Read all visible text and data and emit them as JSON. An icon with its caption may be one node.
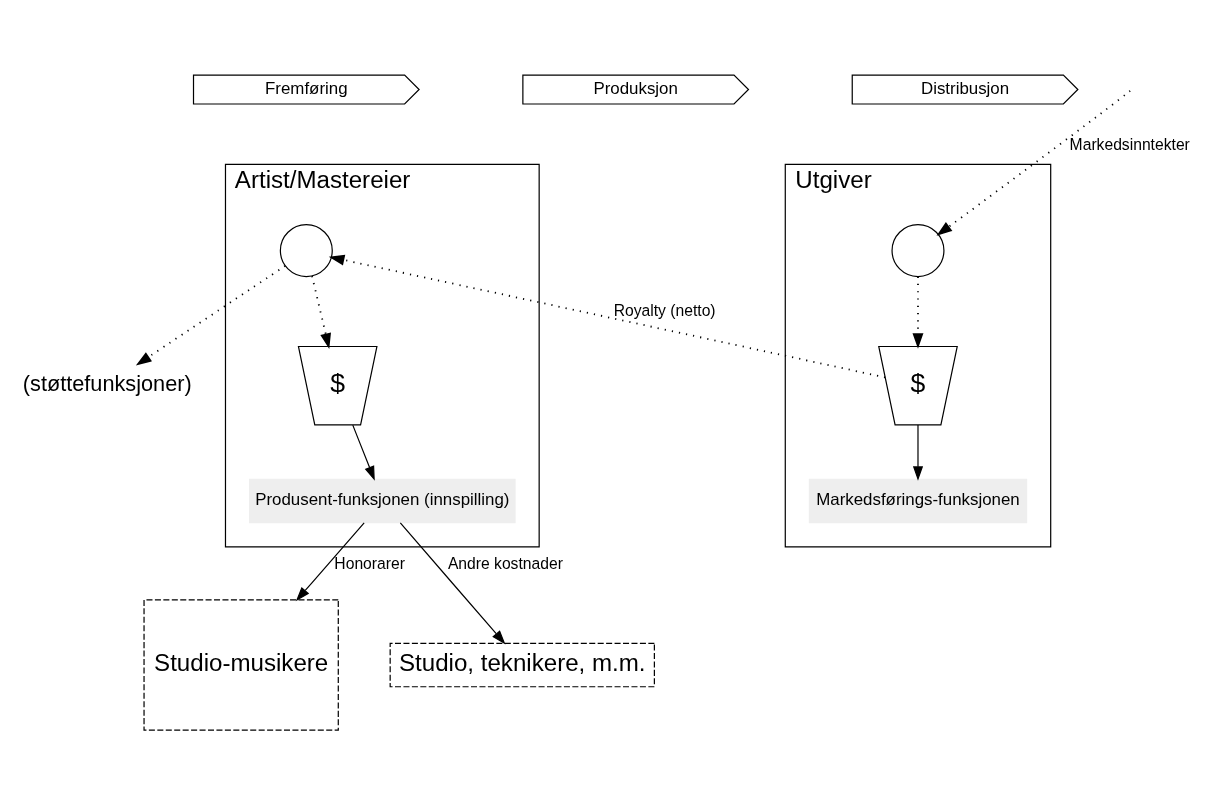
{
  "diagram": {
    "nodes": [
      {
        "text": [
          "Fremføring"
        ]
      },
      {
        "text": [
          "Produksjon"
        ]
      },
      {
        "text": [
          "Distribusjon"
        ]
      },
      {
        "text": [
          "Artist/Mastereier"
        ]
      },
      {
        "text": [],
        "shape": "circle",
        "in": 3
      },
      {
        "text": [
          "$"
        ],
        "in": 3
      },
      {
        "text": [
          "Produsent-funksjonen (innspilling)"
        ],
        "in": 3
      },
      {
        "text": [
          "Utgiver"
        ]
      },
      {
        "text": [],
        "shape": "circle",
        "in": 7
      },
      {
        "text": [
          "$"
        ],
        "in": 7
      },
      {
        "text": [
          "Markedsførings-funksjonen"
        ],
        "in": 7
      },
      {
        "text": [
          "Studio-musikere"
        ]
      },
      {
        "text": [
          "(støttefunksjoner)"
        ]
      },
      {
        "text": [
          "Studio, teknikere, m.m."
        ]
      }
    ],
    "edges": [
      {
        "from": null,
        "to": 8,
        "arrow": "to",
        "label": "Markedsinntekter",
        "style": "dashed"
      },
      {
        "from": 8,
        "to": 9,
        "arrow": "to",
        "style": "dashed"
      },
      {
        "from": 9,
        "to": 4,
        "arrow": "to",
        "label": "Royalty (netto)",
        "style": "dashed"
      },
      {
        "from": 4,
        "to": 5,
        "arrow": "to",
        "style": "dashed"
      },
      {
        "from": 4,
        "to": 12,
        "arrow": "to",
        "style": "dashed"
      },
      {
        "from": 5,
        "to": 6,
        "arrow": "to"
      },
      {
        "from": 9,
        "to": 10,
        "arrow": "to"
      },
      {
        "from": 6,
        "to": 11,
        "arrow": "to",
        "label": "Honorarer"
      },
      {
        "from": 6,
        "to": 13,
        "arrow": "to",
        "label": "Andre kostnader"
      }
    ]
  }
}
